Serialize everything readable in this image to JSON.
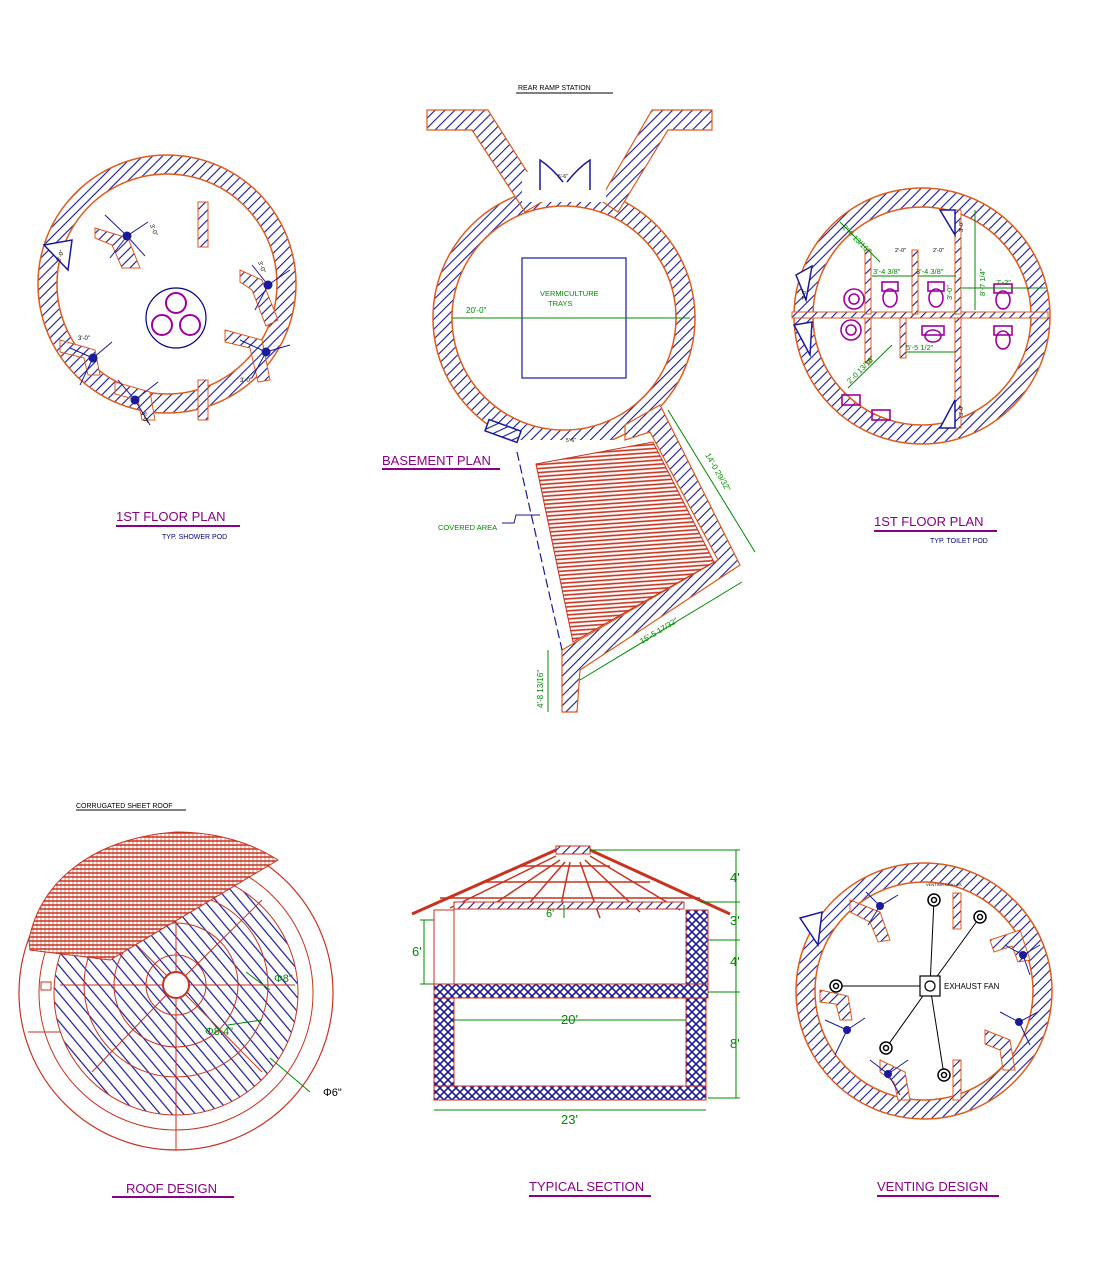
{
  "colors": {
    "wall_outline": "#e05a1a",
    "hatch": "#1a1a9a",
    "dimension": "#008a00",
    "fixture": "#a000a0",
    "title_underline": "#8a008a",
    "roof": "#c8321e"
  },
  "titles": {
    "shower_plan": "1ST FLOOR PLAN",
    "shower_sub": "TYP. SHOWER POD",
    "basement_plan": "BASEMENT PLAN",
    "toilet_plan": "1ST FLOOR PLAN",
    "toilet_sub": "TYP. TOILET POD",
    "roof_design": "ROOF DESIGN",
    "typical_section": "TYPICAL SECTION",
    "venting_design": "VENTING DESIGN"
  },
  "notes": {
    "rear_ramp": "REAR RAMP STATION",
    "corrugated_roof": "CORRUGATED SHEET ROOF",
    "vermiculture_1": "VERMICULTURE",
    "vermiculture_2": "TRAYS",
    "covered_area": "COVERED AREA",
    "exhaust_fan": "EXHAUST FAN",
    "venting_grilles": "VENTING GRILLES"
  },
  "basement_dims": {
    "diameter": "20'-0\"",
    "door_top": "5'-6\"",
    "door_bottom": "5'-6\"",
    "ramp_right": "14'-0 29/32\"",
    "ramp_bottom": "15'-5 17/32\"",
    "ramp_left": "4'-8 13/16\""
  },
  "shower_dims": {
    "d1": "3'-0\"",
    "d2": "3'-0\"",
    "d3": "3'-0\"",
    "d4": "3'-0\"",
    "d5": "3'-0\"",
    "d6": "3'-0\""
  },
  "toilet_dims": {
    "a": "2'-0 13/16\"",
    "b": "2'-0\"",
    "c": "2'-0\"",
    "d": "3'-4 3/8\"",
    "e": "3'-4 3/8\"",
    "f": "8'-7 1/4\"",
    "g": "7'-2\"",
    "h": "3'-0\"",
    "i": "5'-5 1/2\"",
    "j": "2'-0 13/16\"",
    "k": "3'-0\"",
    "l": "3'-0\"",
    "m": "3'-0\""
  },
  "roof_dims": {
    "phi8": "Φ8\"",
    "phi84": "Φ8.4\"",
    "phi6": "Φ6\""
  },
  "section_dims": {
    "d4a": "4'",
    "d3": "3'",
    "d4b": "4'",
    "d8": "8'",
    "d6": "6'",
    "d6b": "6'",
    "width_inner": "20'",
    "width_outer": "23'"
  }
}
